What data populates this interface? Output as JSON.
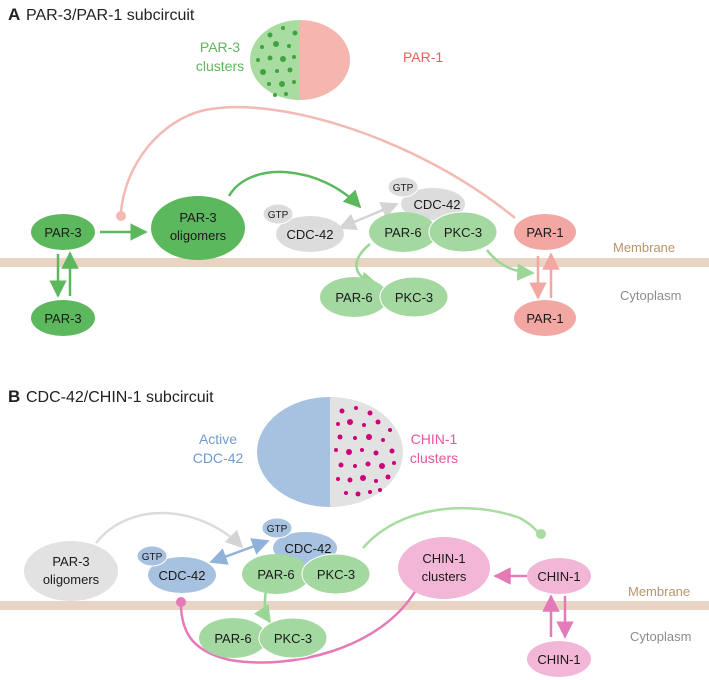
{
  "panel_a": {
    "letter": "A",
    "title": "PAR-3/PAR-1 subcircuit",
    "embryo_left_label_1": "PAR-3",
    "embryo_left_label_2": "clusters",
    "embryo_right_label": "PAR-1",
    "par3_membrane": "PAR-3",
    "par3_cytoplasm": "PAR-3",
    "par3_oligomers_1": "PAR-3",
    "par3_oligomers_2": "oligomers",
    "cdc42_free": "CDC-42",
    "gtp_free": "GTP",
    "cdc42_complex": "CDC-42",
    "gtp_complex": "GTP",
    "par6_membrane": "PAR-6",
    "pkc3_membrane": "PKC-3",
    "par6_cytoplasm": "PAR-6",
    "pkc3_cytoplasm": "PKC-3",
    "par1_membrane": "PAR-1",
    "par1_cytoplasm": "PAR-1",
    "membrane_label": "Membrane",
    "cytoplasm_label": "Cytoplasm"
  },
  "panel_b": {
    "letter": "B",
    "title": "CDC-42/CHIN-1 subcircuit",
    "embryo_left_label_1": "Active",
    "embryo_left_label_2": "CDC-42",
    "embryo_right_label_1": "CHIN-1",
    "embryo_right_label_2": "clusters",
    "par3_oligomers_1": "PAR-3",
    "par3_oligomers_2": "oligomers",
    "cdc42_free": "CDC-42",
    "gtp_free": "GTP",
    "cdc42_complex": "CDC-42",
    "gtp_complex": "GTP",
    "par6_membrane": "PAR-6",
    "pkc3_membrane": "PKC-3",
    "par6_cytoplasm": "PAR-6",
    "pkc3_cytoplasm": "PKC-3",
    "chin1_clusters_1": "CHIN-1",
    "chin1_clusters_2": "clusters",
    "chin1_membrane": "CHIN-1",
    "chin1_cytoplasm": "CHIN-1",
    "membrane_label": "Membrane",
    "cytoplasm_label": "Cytoplasm"
  },
  "colors": {
    "par3_dark": "#5cb85c",
    "par3_light": "#a8dca0",
    "par6pkc3": "#a3d9a0",
    "par1": "#f3a7a2",
    "par1_text": "#e06355",
    "gray": "#dcdcdc",
    "cdc42_active": "#a7c1e0",
    "chin1": "#f2b6d6",
    "chin1_text": "#e9559e",
    "chin1_dots": "#cc0077",
    "membrane": "#e8d4c2",
    "membrane_text": "#b8946a",
    "cytoplasm_text": "#8c8c8c"
  }
}
